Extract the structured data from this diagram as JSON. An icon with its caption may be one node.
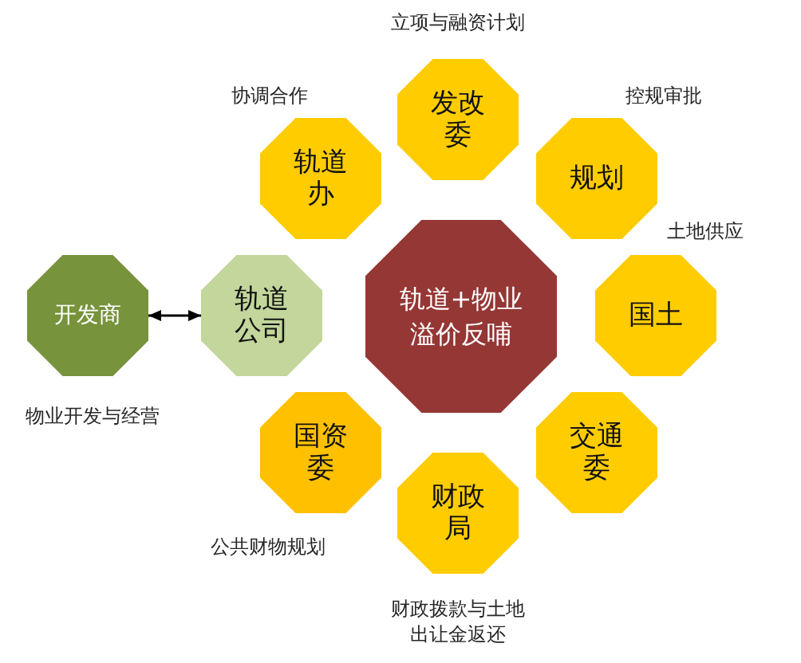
{
  "diagram": {
    "nodes": [
      {
        "text": [
          "发改委"
        ],
        "beside": [
          "立项与融资计划"
        ]
      },
      {
        "text": [
          "轨道办"
        ],
        "beside": [
          "协调合作"
        ]
      },
      {
        "text": [
          "规划"
        ],
        "beside": [
          "控规审批"
        ]
      },
      {
        "text": [
          "开发商"
        ],
        "beside": [
          "物业开发与经营"
        ]
      },
      {
        "text": [
          "轨道公司"
        ]
      },
      {
        "text": [
          "轨道+物业溢价反哺"
        ]
      },
      {
        "text": [
          "国土"
        ],
        "beside": [
          "土地供应"
        ]
      },
      {
        "text": [
          "国资委"
        ],
        "beside": [
          "公共财物规划"
        ]
      },
      {
        "text": [
          "交通委"
        ]
      },
      {
        "text": [
          "财政局"
        ],
        "beside": [
          "财政拨款与土地出让金返还"
        ]
      }
    ],
    "edges": [
      {
        "from": 3,
        "to": 4,
        "arrow": "both"
      }
    ]
  }
}
